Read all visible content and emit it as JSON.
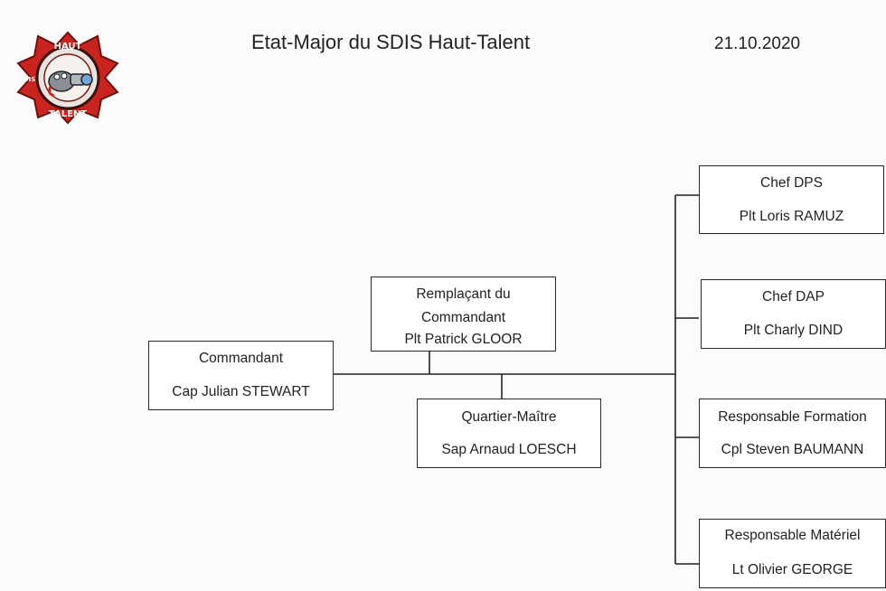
{
  "header": {
    "title": "Etat-Major du SDIS Haut-Talent",
    "date": "21.10.2020",
    "logo_text_top": "HAUT",
    "logo_text_side": "SDIS",
    "logo_text_bottom": "TALENT"
  },
  "org": {
    "commandant": {
      "role": "Commandant",
      "name": "Cap Julian STEWART"
    },
    "deputy": {
      "role_line1": "Remplaçant du",
      "role_line2": "Commandant",
      "name": "Plt Patrick GLOOR"
    },
    "quartermaster": {
      "role": "Quartier-Maître",
      "name": "Sap Arnaud LOESCH"
    },
    "chef_dps": {
      "role": "Chef DPS",
      "name": "Plt Loris RAMUZ"
    },
    "chef_dap": {
      "role": "Chef DAP",
      "name": "Plt Charly DIND"
    },
    "formation": {
      "role": "Responsable Formation",
      "name": "Cpl Steven BAUMANN"
    },
    "materiel": {
      "role": "Responsable Matériel",
      "name": "Lt Olivier GEORGE"
    }
  }
}
